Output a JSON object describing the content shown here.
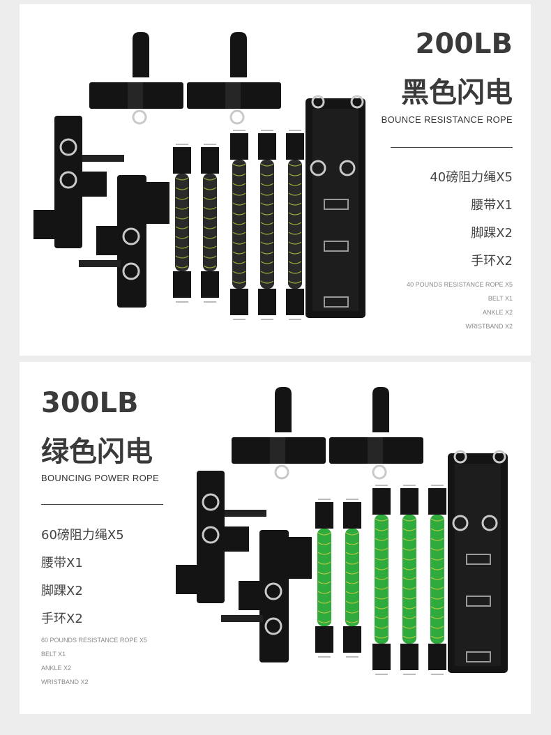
{
  "panel_200": {
    "capacity": "200LB",
    "name_cn": "黑色闪电",
    "name_en": "BOUNCE RESISTANCE ROPE",
    "items_cn": [
      "40磅阻力绳X5",
      "腰带X1",
      "脚踝X2",
      "手环X2"
    ],
    "items_en": [
      "40 POUNDS RESISTANCE ROPE X5",
      "BELT X1",
      "ANKLE X2",
      "WRISTBAND X2"
    ],
    "rope_color": "#2a2a2a",
    "rope_accent": "#c8e040"
  },
  "panel_300": {
    "capacity": "300LB",
    "name_cn": "绿色闪电",
    "name_en": "BOUNCING POWER ROPE",
    "items_cn": [
      "60磅阻力绳X5",
      "腰带X1",
      "脚踝X2",
      "手环X2"
    ],
    "items_en": [
      "60 POUNDS RESISTANCE ROPE X5",
      "BELT X1",
      "ANKLE X2",
      "WRISTBAND X2"
    ],
    "rope_color": "#2faa3c",
    "rope_accent": "#e8d24a"
  },
  "colors": {
    "background": "#ededed",
    "card": "#ffffff",
    "strap": "#141414"
  }
}
